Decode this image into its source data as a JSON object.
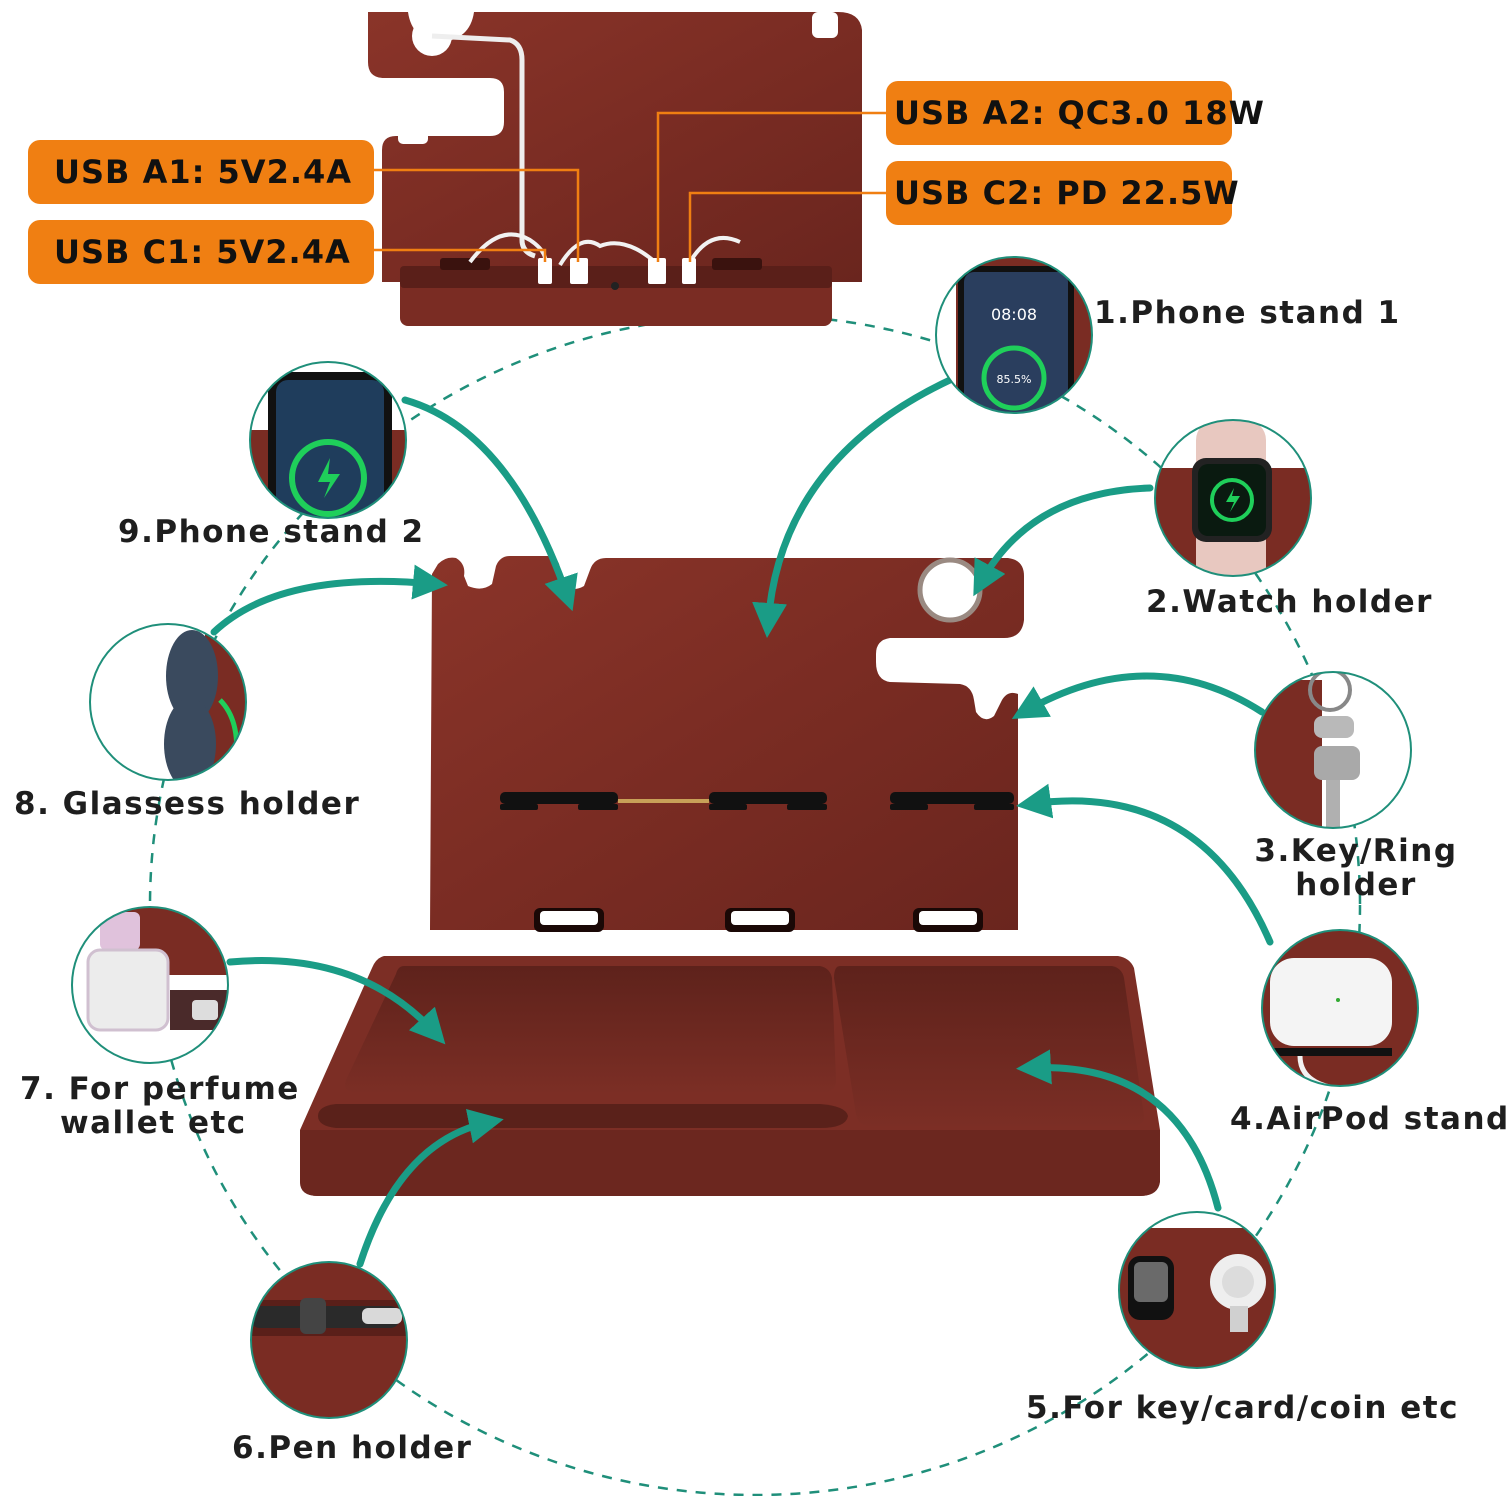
{
  "port_labels": {
    "usb_a1": "USB A1: 5V2.4A",
    "usb_c1": "USB C1: 5V2.4A",
    "usb_a2": "USB A2: QC3.0 18W",
    "usb_c2": "USB C2: PD 22.5W"
  },
  "features": {
    "f1": "1.Phone stand 1",
    "f2": "2.Watch holder",
    "f3_line1": "3.Key/Ring",
    "f3_line2": "holder",
    "f4": "4.AirPod stand",
    "f5": "5.For key/card/coin etc",
    "f6": "6.Pen holder",
    "f7_line1": "7. For perfume",
    "f7_line2": "wallet etc",
    "f8": "8. Glassess holder",
    "f9": "9.Phone stand 2"
  },
  "phone_screen": {
    "time": "08:08",
    "battery": "85.5%"
  },
  "colors": {
    "wood": "#7e2f26",
    "wood_dark": "#5a1f19",
    "accent_orange": "#f07f12",
    "arrow_teal": "#1a9c86",
    "dash_teal": "#1f8f7a",
    "charge_green": "#1fcf5a"
  }
}
